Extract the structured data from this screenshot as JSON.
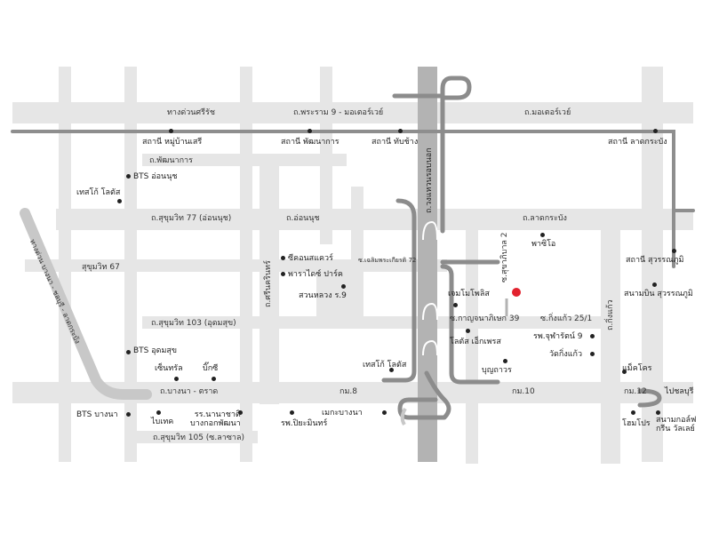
{
  "map": {
    "road_labels": {
      "expressway_sirat": "ทางด่วนศรีรัช",
      "rama9_motorway": "ถ.พระราม 9 - มอเตอร์เวย์",
      "motorway": "ถ.มอเตอร์เวย์",
      "phatthanakan": "ถ.พัฒนาการ",
      "sukhumvit77": "ถ.สุขุมวิท 77 (อ่อนนุช)",
      "onnut": "ถ.อ่อนนุช",
      "latkrabang": "ถ.ลาดกระบัง",
      "sukhumvit67": "สุขุมวิท 67",
      "sukhumvit103": "ถ.สุขุมวิท 103 (อุดมสุข)",
      "bangna_trat": "ถ.บางนา - ตราด",
      "km8": "กม.8",
      "km10": "กม.10",
      "km12": "กม.12",
      "sukhumvit105": "ถ.สุขุมวิท 105 (ซ.ลาซาล)",
      "kanchanaphisek39": "ซ.กาญจนาภิเษก 39",
      "kingkaeo25_1": "ซ.กิ่งแก้ว 25/1",
      "sukhaphiban2": "ซ.สุขาภิบาล 2",
      "ring_road": "ถ.วงแหวนรอบนอก",
      "srinakarin": "ถ.ศรีนครินทร์",
      "kingkaeo": "ถ.กิ่งแก้ว",
      "chaloem72": "ซ.เฉลิมพระเกียรติ 72",
      "bangna_expressway": "ทางด่วน บางนา - ชลบุรี - ลาดกระบัง"
    },
    "places": {
      "st_muban_seri": "สถานี หมู่บ้านเสรี",
      "st_phatthanakan": "สถานี พัฒนาการ",
      "st_thap_chang": "สถานี ทับช้าง",
      "st_latkrabang": "สถานี ลาดกระบัง",
      "bts_onnut": "BTS อ่อนนุช",
      "tesco_lotus_1": "เทสโก้ โลตัส",
      "seacon_square": "ซีคอนสแควร์",
      "paradise_park": "พาราไดซ์ ปาร์ค",
      "suan_luang_r9": "สวนหลวง ร.9",
      "pasio": "พาซิโอ",
      "st_suvarnabhumi": "สถานี สุวรรณภูมิ",
      "suvarnabhumi_airport": "สนามบิน สุวรรณภูมิ",
      "gem_metropolis": "เจมโมโพลิส",
      "bts_udomsuk": "BTS อุดมสุข",
      "central": "เซ็นทรัล",
      "big_c": "บิ๊กซี",
      "tesco_lotus_2": "เทสโก้ โลตัส",
      "lotus_express": "โลตัส เอ็กเพรส",
      "bunthavorn": "บุญถาวร",
      "juthaprasat": "รพ.จุฬารัตน์ 9",
      "wat_kingkaeo": "วัดกิ่งแก้ว",
      "makro": "แม็คโคร",
      "chonburi": "ไปชลบุรี",
      "bts_bangna": "BTS บางนา",
      "bitec": "ไบเทค",
      "bangkok_patana": "รร.นานาชาติ\nบางกอกพัฒนา",
      "piyamin_hospital": "รพ.ปิยะมินทร์",
      "mega_bangna": "เมกะบางนา",
      "homepro": "โฮมโปร",
      "green_valley": "สนามกอล์ฟ\nกรีน วัลเลย์"
    },
    "colors": {
      "road_minor": "#e6e6e6",
      "road_major": "#b3b3b3",
      "road_dark": "#8c8c8c",
      "rail": "#8e8e8e",
      "marker": "#e2222e"
    }
  }
}
